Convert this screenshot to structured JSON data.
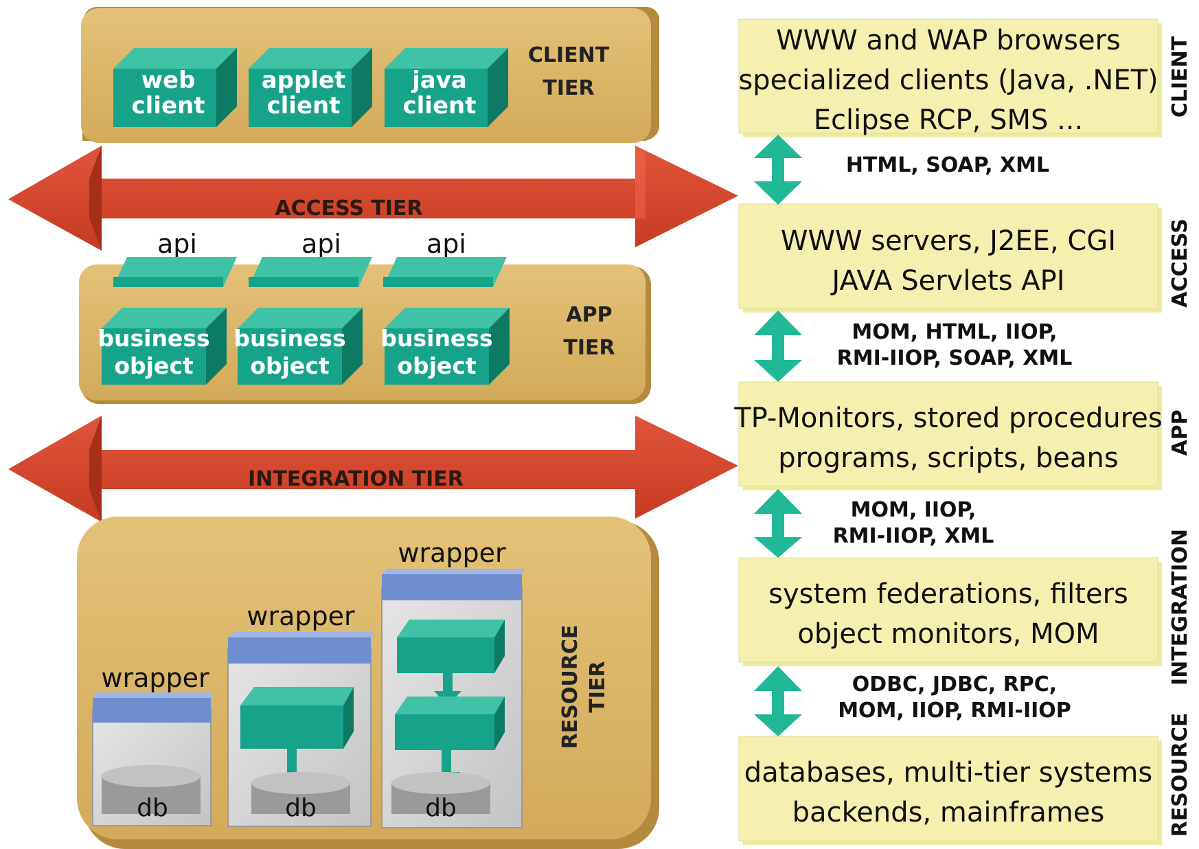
{
  "left": {
    "client_tier": {
      "label_line1": "CLIENT",
      "label_line2": "TIER",
      "clients": [
        {
          "line1": "web",
          "line2": "client"
        },
        {
          "line1": "applet",
          "line2": "client"
        },
        {
          "line1": "java",
          "line2": "client"
        }
      ]
    },
    "access_tier": {
      "label": "ACCESS TIER"
    },
    "app_tier": {
      "label_line1": "APP",
      "label_line2": "TIER",
      "api_labels": [
        "api",
        "api",
        "api"
      ],
      "objects": [
        {
          "line1": "business",
          "line2": "object"
        },
        {
          "line1": "business",
          "line2": "object"
        },
        {
          "line1": "business",
          "line2": "object"
        }
      ]
    },
    "integration_tier": {
      "label": "INTEGRATION TIER"
    },
    "resource_tier": {
      "label_line1": "RESOURCE",
      "label_line2": "TIER",
      "wrappers": [
        "wrapper",
        "wrapper",
        "wrapper"
      ],
      "dbs": [
        "db",
        "db",
        "db"
      ]
    }
  },
  "right": {
    "boxes": [
      {
        "lines": [
          "WWW and WAP browsers",
          "specialized clients (Java, .NET)",
          "Eclipse RCP, SMS ..."
        ],
        "side_label": "CLIENT"
      },
      {
        "lines": [
          "WWW servers, J2EE, CGI",
          "JAVA Servlets API"
        ],
        "side_label": "ACCESS"
      },
      {
        "lines": [
          "TP-Monitors, stored procedures",
          "programs, scripts, beans"
        ],
        "side_label": "APP"
      },
      {
        "lines": [
          "system federations, filters",
          "object monitors, MOM"
        ],
        "side_label": "INTEGRATION"
      },
      {
        "lines": [
          "databases, multi-tier systems",
          "backends, mainframes"
        ],
        "side_label": "RESOURCE"
      }
    ],
    "protocols": [
      {
        "lines": [
          "HTML, SOAP, XML"
        ]
      },
      {
        "lines": [
          "MOM, HTML, IIOP,",
          "RMI-IIOP, SOAP, XML"
        ]
      },
      {
        "lines": [
          "MOM, IIOP,",
          "RMI-IIOP, XML"
        ]
      },
      {
        "lines": [
          "ODBC, JDBC, RPC,",
          "MOM, IIOP, RMI-IIOP"
        ]
      }
    ]
  },
  "colors": {
    "tier_fill": "#d4ac5c",
    "tier_side": "#b48a3e",
    "cube_front": "#17a38a",
    "cube_top": "#3fc2a6",
    "cube_side": "#0d7a64",
    "arrow_red": "#d5422a",
    "box_fill": "#f5f0b0",
    "wrapper_blue": "#6f8ed0",
    "connector": "#20b896"
  }
}
